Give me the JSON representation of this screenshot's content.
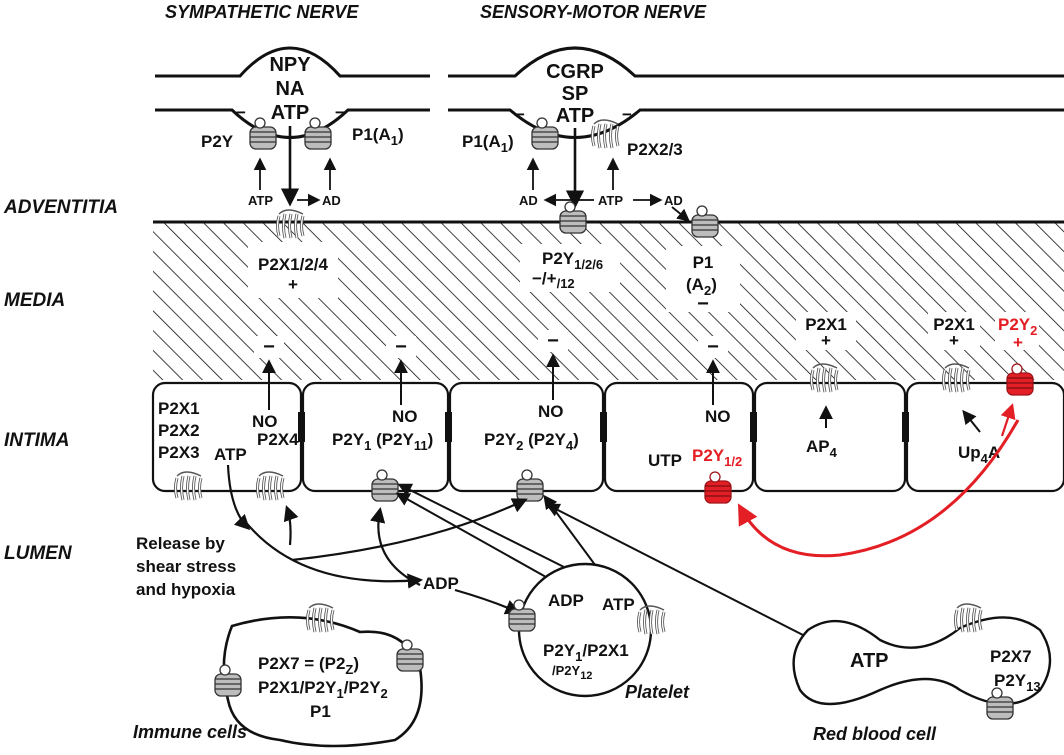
{
  "nerves": {
    "sympathetic": {
      "title": "SYMPATHETIC NERVE",
      "vesicle": [
        "NPY",
        "NA",
        "ATP"
      ],
      "left_receptor": "P2Y",
      "right_receptor": "P1(A",
      "right_receptor_sub": "1",
      "right_receptor_end": ")",
      "inhibit": "−",
      "atp": "ATP",
      "ad": "AD"
    },
    "sensory": {
      "title": "SENSORY-MOTOR NERVE",
      "vesicle": [
        "CGRP",
        "SP",
        "ATP"
      ],
      "left_receptor": "P1(A",
      "left_receptor_sub": "1",
      "left_receptor_end": ")",
      "right_receptor": "P2X2/3",
      "inhibit": "−",
      "atp": "ATP",
      "ad_left": "AD",
      "ad_right": "AD"
    }
  },
  "layers": {
    "adventitia": "ADVENTITIA",
    "media": "MEDIA",
    "intima": "INTIMA",
    "lumen": "LUMEN"
  },
  "media_receptors": {
    "p2x124": "P2X1/2/4",
    "p2x124_sign": "+",
    "p2y_main": "P2Y",
    "p2y_sub": "1/2/6",
    "p2y_sign": "−/+",
    "p2y_sub2": "/12",
    "p1": "P1",
    "p1_a2": "(A",
    "p1_a2_sub": "2",
    "p1_a2_end": ")",
    "p1_sign": "−",
    "relax": "−",
    "p2x1_a": "P2X1",
    "p2x1_a_sign": "+",
    "p2x1_b": "P2X1",
    "p2x1_b_sign": "+",
    "p2y2_red": "P2Y",
    "p2y2_red_sub": "2",
    "p2y2_red_sign": "+"
  },
  "intima": {
    "cell1_list": [
      "P2X1",
      "P2X2",
      "P2X3"
    ],
    "cell1_atp": "ATP",
    "cell1_no": "NO",
    "cell1_p2x4": "P2X4",
    "cell2_no": "NO",
    "cell2_p2y": "P2Y",
    "cell2_p2y_sub": "1",
    "cell2_p2y11": " (P2Y",
    "cell2_p2y11_sub": "11",
    "cell2_p2y11_end": ")",
    "cell3_no": "NO",
    "cell3_p2y": "P2Y",
    "cell3_p2y_sub": "2",
    "cell3_p2y4": "  (P2Y",
    "cell3_p2y4_sub": "4",
    "cell3_p2y4_end": ")",
    "cell4_no": "NO",
    "cell4_utp": "UTP",
    "cell4_p2y": "P2Y",
    "cell4_p2y_sub": "1/2",
    "cell5_ap": "AP",
    "cell5_ap_sub": "4",
    "cell6_up": "Up",
    "cell6_up_sub": "4",
    "cell6_up_end": "A"
  },
  "lumen": {
    "release": [
      "Release by",
      "shear stress",
      "and hypoxia"
    ],
    "adp": "ADP",
    "platelet_adp": "ADP",
    "platelet_atp": "ATP",
    "platelet_r1": "P2Y",
    "platelet_r1_sub": "1",
    "platelet_r1_end": "/P2X1",
    "platelet_r2": "/P2Y",
    "platelet_r2_sub": "12",
    "platelet_label": "Platelet",
    "immune_r1": "P2X7 = (P2",
    "immune_r1_sub": "Z",
    "immune_r1_end": ")",
    "immune_r2a": "P2X1/P2Y",
    "immune_r2_sub1": "1",
    "immune_r2b": "/P2Y",
    "immune_r2_sub2": "2",
    "immune_r3": "P1",
    "immune_label": "Immune cells",
    "rbc_atp": "ATP",
    "rbc_r1": "P2X7",
    "rbc_r2": "P2Y",
    "rbc_r2_sub": "13",
    "rbc_label": "Red blood cell"
  },
  "colors": {
    "ink": "#111111",
    "red": "#e31e24",
    "receptor_grey": "#8a8a8a"
  }
}
